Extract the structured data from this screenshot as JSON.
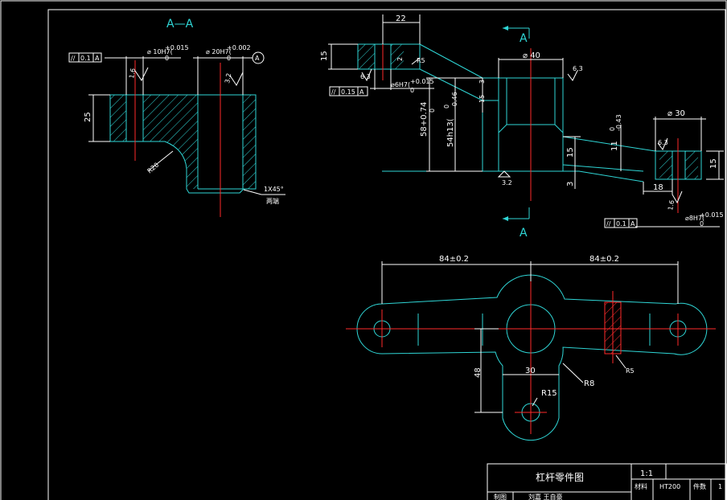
{
  "section_view": {
    "title": "A—A",
    "dim_height": "25",
    "dim_bore_left": "⌀ 10H7(",
    "dim_bore_left_tol": "+0.015",
    "dim_bore_left_tol_low": "0",
    "dim_bore_right": "⌀ 20H7(",
    "dim_bore_right_tol": "+0.002",
    "dim_bore_right_tol_low": "0",
    "radius": "R20",
    "chamfer": "1X45°",
    "chamfer_note": "两端",
    "roughness_a": "1.6",
    "roughness_b": "3.2",
    "tolerance_sym": "//",
    "tolerance_val": "0.1",
    "tolerance_ref": "A",
    "datum": "A"
  },
  "front_view": {
    "dim_top": "22",
    "dim_left_h": "15",
    "dim_small": "2",
    "radius": "R5",
    "roughness_left": "6.3",
    "bore_left": "⌀6H7(",
    "bore_left_tol": "+0.015",
    "bore_left_tol_low": "0",
    "tol_sym": "//",
    "tol_val": "0.15",
    "tol_ref": "A",
    "dim_boss": "⌀ 40",
    "roughness_top": "6.3",
    "dim_58": "58+0.74",
    "dim_58_low": "0",
    "dim_54": "54h13(",
    "dim_54_tol": "0",
    "dim_54_tol_low": "-0.46",
    "dim_15_mid": "15",
    "dim_3_top": "3",
    "dim_15_base": "15",
    "dim_3_base": "3",
    "roughness_base": "3.2",
    "dim_11": "11",
    "dim_11_tol": "0",
    "dim_11_tol_low": "-0.43",
    "dim_right_boss": "⌀ 30",
    "roughness_right": "6.3",
    "dim_right_h": "15",
    "dim_18": "18",
    "roughness_right_b": "1.6",
    "bore_right": "⌀8H7(",
    "bore_right_tol": "+0.015",
    "bore_right_tol_low": "0",
    "tol2_sym": "//",
    "tol2_val": "0.1",
    "tol2_ref": "A",
    "section_mark_top": "A",
    "section_mark_bottom": "A"
  },
  "plan_view": {
    "dim_left": "84±0.2",
    "dim_right": "84±0.2",
    "dim_48": "48",
    "dim_30": "30",
    "r8": "R8",
    "r5": "R5",
    "r15": "R15"
  },
  "title_block": {
    "title": "杠杆零件图",
    "scale": "1:1",
    "material_label": "材料",
    "material": "HT200",
    "qty_label": "件数",
    "qty": "1",
    "drawn_label": "制图",
    "drawn_by": "刘嘉 王自豪"
  },
  "colors": {
    "outline": "#2fd6d6",
    "center": "#ff2a2a",
    "frame": "#ffffff",
    "hatch": "#2fd6d6"
  }
}
